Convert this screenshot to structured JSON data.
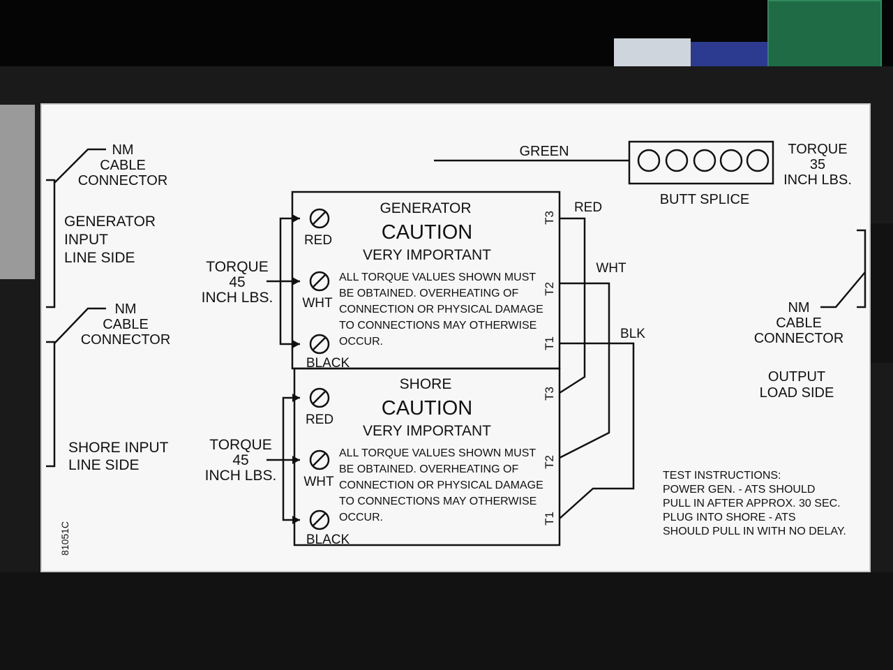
{
  "ground": {
    "wire_label": "GREEN",
    "splice_label": "BUTT SPLICE",
    "torque_lines": [
      "TORQUE",
      "35",
      "INCH LBS."
    ]
  },
  "left": {
    "nm_connector_top": [
      "NM",
      "CABLE",
      "CONNECTOR"
    ],
    "generator_input": [
      "GENERATOR",
      "INPUT",
      "LINE SIDE"
    ],
    "nm_connector_mid": [
      "NM",
      "CABLE",
      "CONNECTOR"
    ],
    "shore_input": [
      "SHORE INPUT",
      "LINE SIDE"
    ],
    "part_number": "81051C"
  },
  "generator_block": {
    "title": "GENERATOR",
    "caution": "CAUTION",
    "importance": "VERY IMPORTANT",
    "warning_lines": [
      "ALL TORQUE VALUES SHOWN MUST",
      "BE OBTAINED. OVERHEATING OF",
      "CONNECTION OR PHYSICAL DAMAGE",
      "TO CONNECTIONS MAY OTHERWISE",
      "OCCUR."
    ],
    "terminals": [
      "RED",
      "WHT",
      "BLACK"
    ],
    "outputs": [
      "T3",
      "T2",
      "T1"
    ],
    "torque_lines": [
      "TORQUE",
      "45",
      "INCH LBS."
    ]
  },
  "shore_block": {
    "title": "SHORE",
    "caution": "CAUTION",
    "importance": "VERY IMPORTANT",
    "warning_lines": [
      "ALL TORQUE VALUES SHOWN MUST",
      "BE OBTAINED. OVERHEATING OF",
      "CONNECTION OR PHYSICAL DAMAGE",
      "TO CONNECTIONS MAY OTHERWISE",
      "OCCUR."
    ],
    "terminals": [
      "RED",
      "WHT",
      "BLACK"
    ],
    "outputs": [
      "T3",
      "T2",
      "T1"
    ],
    "torque_lines": [
      "TORQUE",
      "45",
      "INCH LBS."
    ]
  },
  "wires": {
    "red": "RED",
    "white": "WHT",
    "black": "BLK"
  },
  "right": {
    "nm_connector": [
      "NM",
      "CABLE",
      "CONNECTOR"
    ],
    "output": [
      "OUTPUT",
      "LOAD SIDE"
    ],
    "test_instructions": [
      "TEST INSTRUCTIONS:",
      "POWER GEN. - ATS SHOULD",
      "PULL IN AFTER APPROX. 30 SEC.",
      "PLUG INTO SHORE - ATS",
      "SHOULD PULL IN WITH NO DELAY."
    ]
  }
}
